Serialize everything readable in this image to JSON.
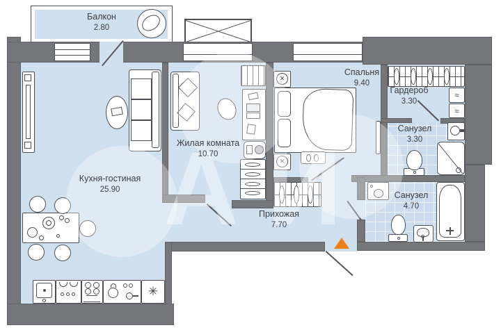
{
  "plan": {
    "type": "apartment-floor-plan",
    "rooms": [
      {
        "id": "balcony",
        "name": "Балкон",
        "area": "2.80"
      },
      {
        "id": "kitchen-living",
        "name": "Кухня-гостиная",
        "area": "25.90"
      },
      {
        "id": "living-room",
        "name": "Жилая комната",
        "area": "10.70"
      },
      {
        "id": "bedroom",
        "name": "Спальня",
        "area": "9.40"
      },
      {
        "id": "wardrobe",
        "name": "Гардероб",
        "area": "3.30"
      },
      {
        "id": "bathroom-1",
        "name": "Санузел",
        "area": "3.30"
      },
      {
        "id": "bathroom-2",
        "name": "Санузел",
        "area": "4.70"
      },
      {
        "id": "hallway",
        "name": "Прихожая",
        "area": "7.70"
      }
    ],
    "icons": {
      "fridge": "✳",
      "fan": "✕",
      "shelf": "≈"
    },
    "colors": {
      "floor": "#cfe0ef",
      "wall": "#75767a",
      "outline": "#4e4f54",
      "tile_grid": "#ffffff",
      "entrance_marker": "#ef7f1a"
    },
    "watermark": "АИ"
  }
}
